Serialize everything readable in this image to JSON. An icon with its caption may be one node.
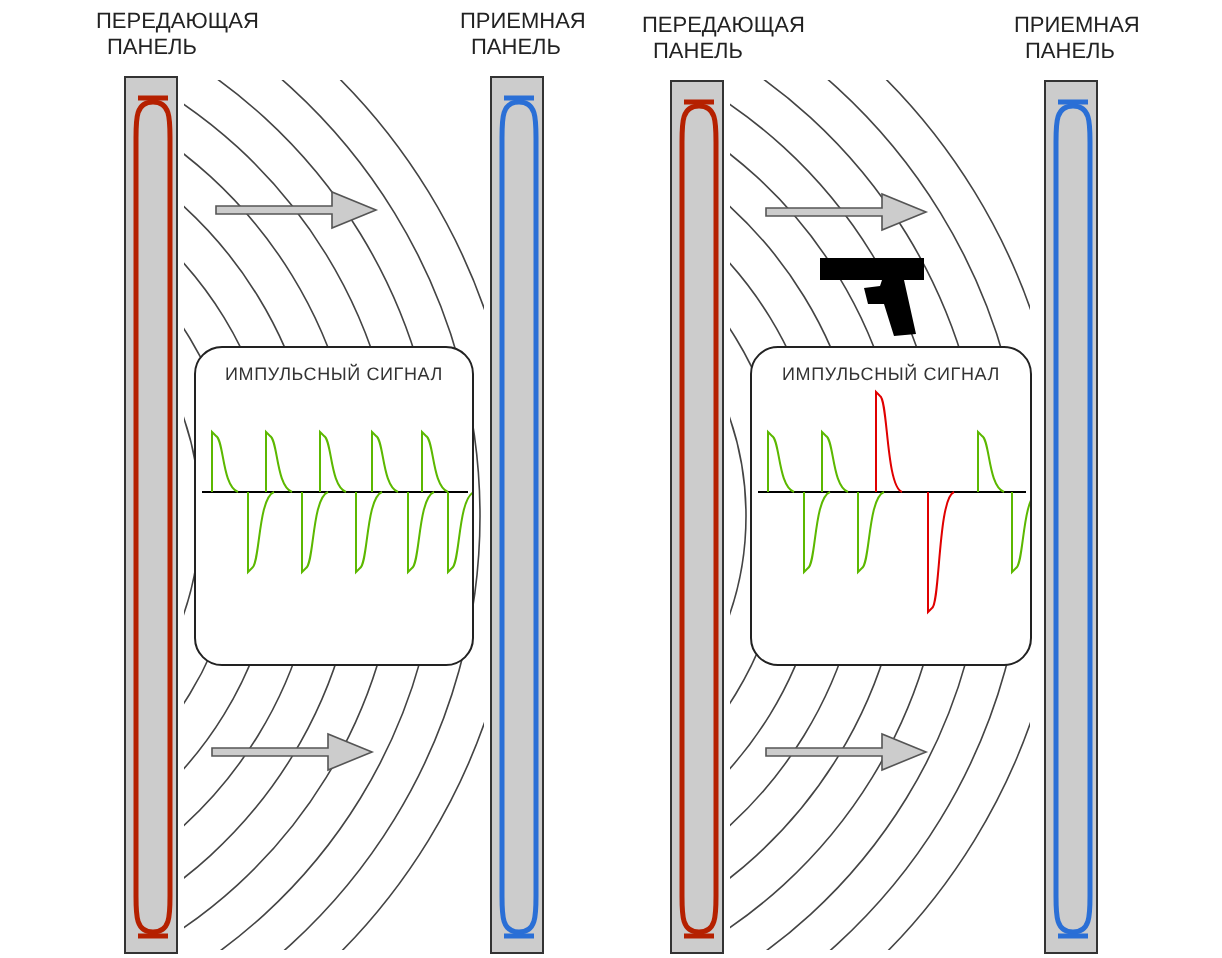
{
  "diagram": {
    "nodes": [
      {
        "text": [
          "ПЕРЕДАЮЩАЯ ПАНЕЛЬ"
        ]
      },
      {
        "text": [
          "ИМПУЛЬСНЫЙ СИГНАЛ"
        ]
      },
      {
        "text": [
          "ПРИЕМНАЯ ПАНЕЛЬ"
        ]
      },
      {
        "text": [
          "ПЕРЕДАЮЩАЯ ПАНЕЛЬ"
        ]
      },
      {
        "text": [
          "ИМПУЛЬСНЫЙ СИГНАЛ"
        ]
      },
      {
        "text": [
          "ПРИЕМНАЯ ПАНЕЛЬ"
        ]
      }
    ]
  }
}
